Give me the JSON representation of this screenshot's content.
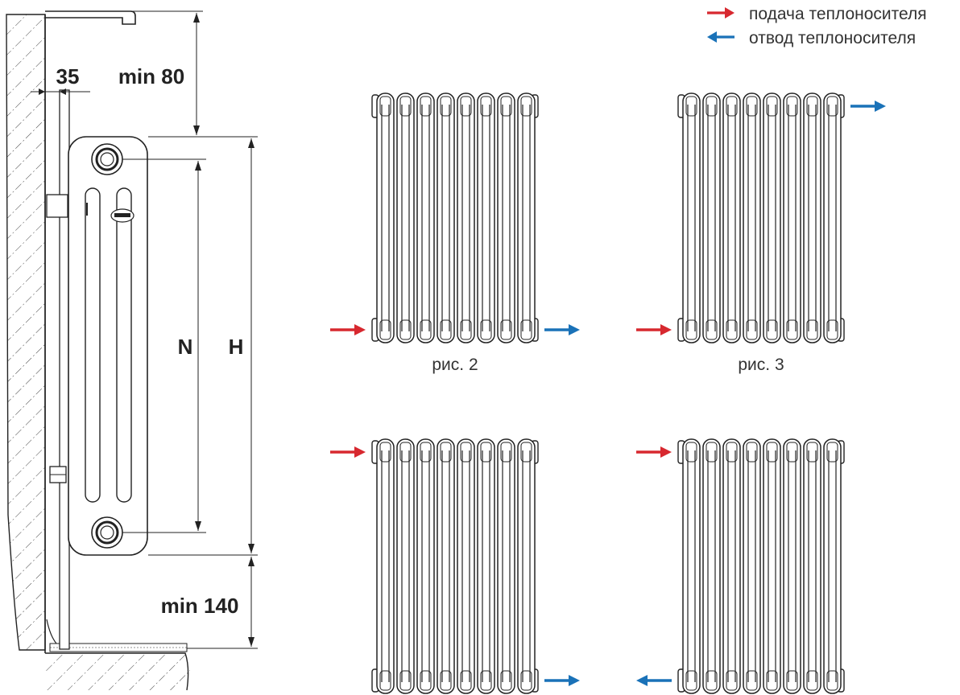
{
  "colors": {
    "supply": "#d7282f",
    "return": "#1a72b8",
    "line": "#222222"
  },
  "legend": {
    "supply_label": "подача теплоносителя",
    "return_label": "отвод теплоносителя"
  },
  "side_view": {
    "dim_top_offset": "35",
    "dim_top_clearance": "min 80",
    "dim_axis_distance": "N",
    "dim_height": "H",
    "dim_floor_clearance": "min 140"
  },
  "variants": [
    {
      "caption": "рис. 2",
      "arrows": [
        {
          "role": "supply",
          "dir": "in-right",
          "side": "left",
          "level": "bottom"
        },
        {
          "role": "return",
          "dir": "out-right",
          "side": "right",
          "level": "bottom"
        }
      ]
    },
    {
      "caption": "рис. 3",
      "arrows": [
        {
          "role": "supply",
          "dir": "in-right",
          "side": "left",
          "level": "bottom"
        },
        {
          "role": "return",
          "dir": "out-right",
          "side": "right",
          "level": "top"
        }
      ]
    },
    {
      "caption": "",
      "arrows": [
        {
          "role": "supply",
          "dir": "in-right",
          "side": "left",
          "level": "top"
        },
        {
          "role": "return",
          "dir": "out-right",
          "side": "right",
          "level": "bottom"
        }
      ]
    },
    {
      "caption": "",
      "arrows": [
        {
          "role": "supply",
          "dir": "in-right",
          "side": "left",
          "level": "top"
        },
        {
          "role": "return",
          "dir": "in-left",
          "side": "left",
          "level": "bottom"
        }
      ]
    }
  ]
}
